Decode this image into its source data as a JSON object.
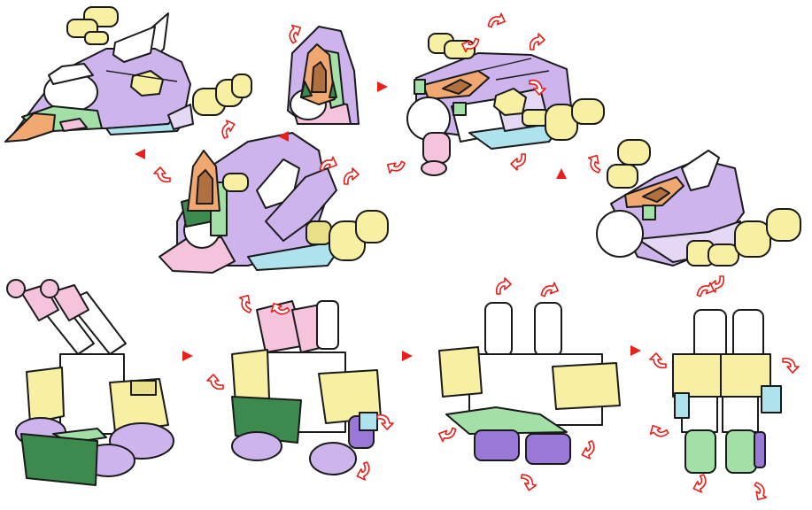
{
  "diagram": {
    "kind": "toy transformation instructions",
    "text_labels": [],
    "colors": {
      "outline": "#1a1a1a",
      "purple": "#cdb4ec",
      "yellow": "#f7efa2",
      "orange": "#f0a870",
      "brown": "#b07040",
      "green": "#a3e0a8",
      "dark_green": "#3c8a4e",
      "pink": "#f5c4dc",
      "light_blue": "#aee3ee",
      "lavender": "#e4d8f5",
      "violet": "#9a78d8",
      "white": "#ffffff",
      "arrow_red": "#e8201a"
    },
    "steps": [
      {
        "id": "jet-mode",
        "row": 1
      },
      {
        "id": "step-a",
        "row": 1
      },
      {
        "id": "step-b",
        "row": 1
      },
      {
        "id": "step-c",
        "row": 1
      },
      {
        "id": "step-d",
        "row": 1
      },
      {
        "id": "tank-mode",
        "row": 2
      },
      {
        "id": "step-e",
        "row": 2
      },
      {
        "id": "step-f",
        "row": 2
      },
      {
        "id": "legs-mode",
        "row": 2
      }
    ],
    "icons": {
      "step_arrow": "red-triangle-icon",
      "rotate_arrow": "curved-arrow-icon"
    }
  }
}
